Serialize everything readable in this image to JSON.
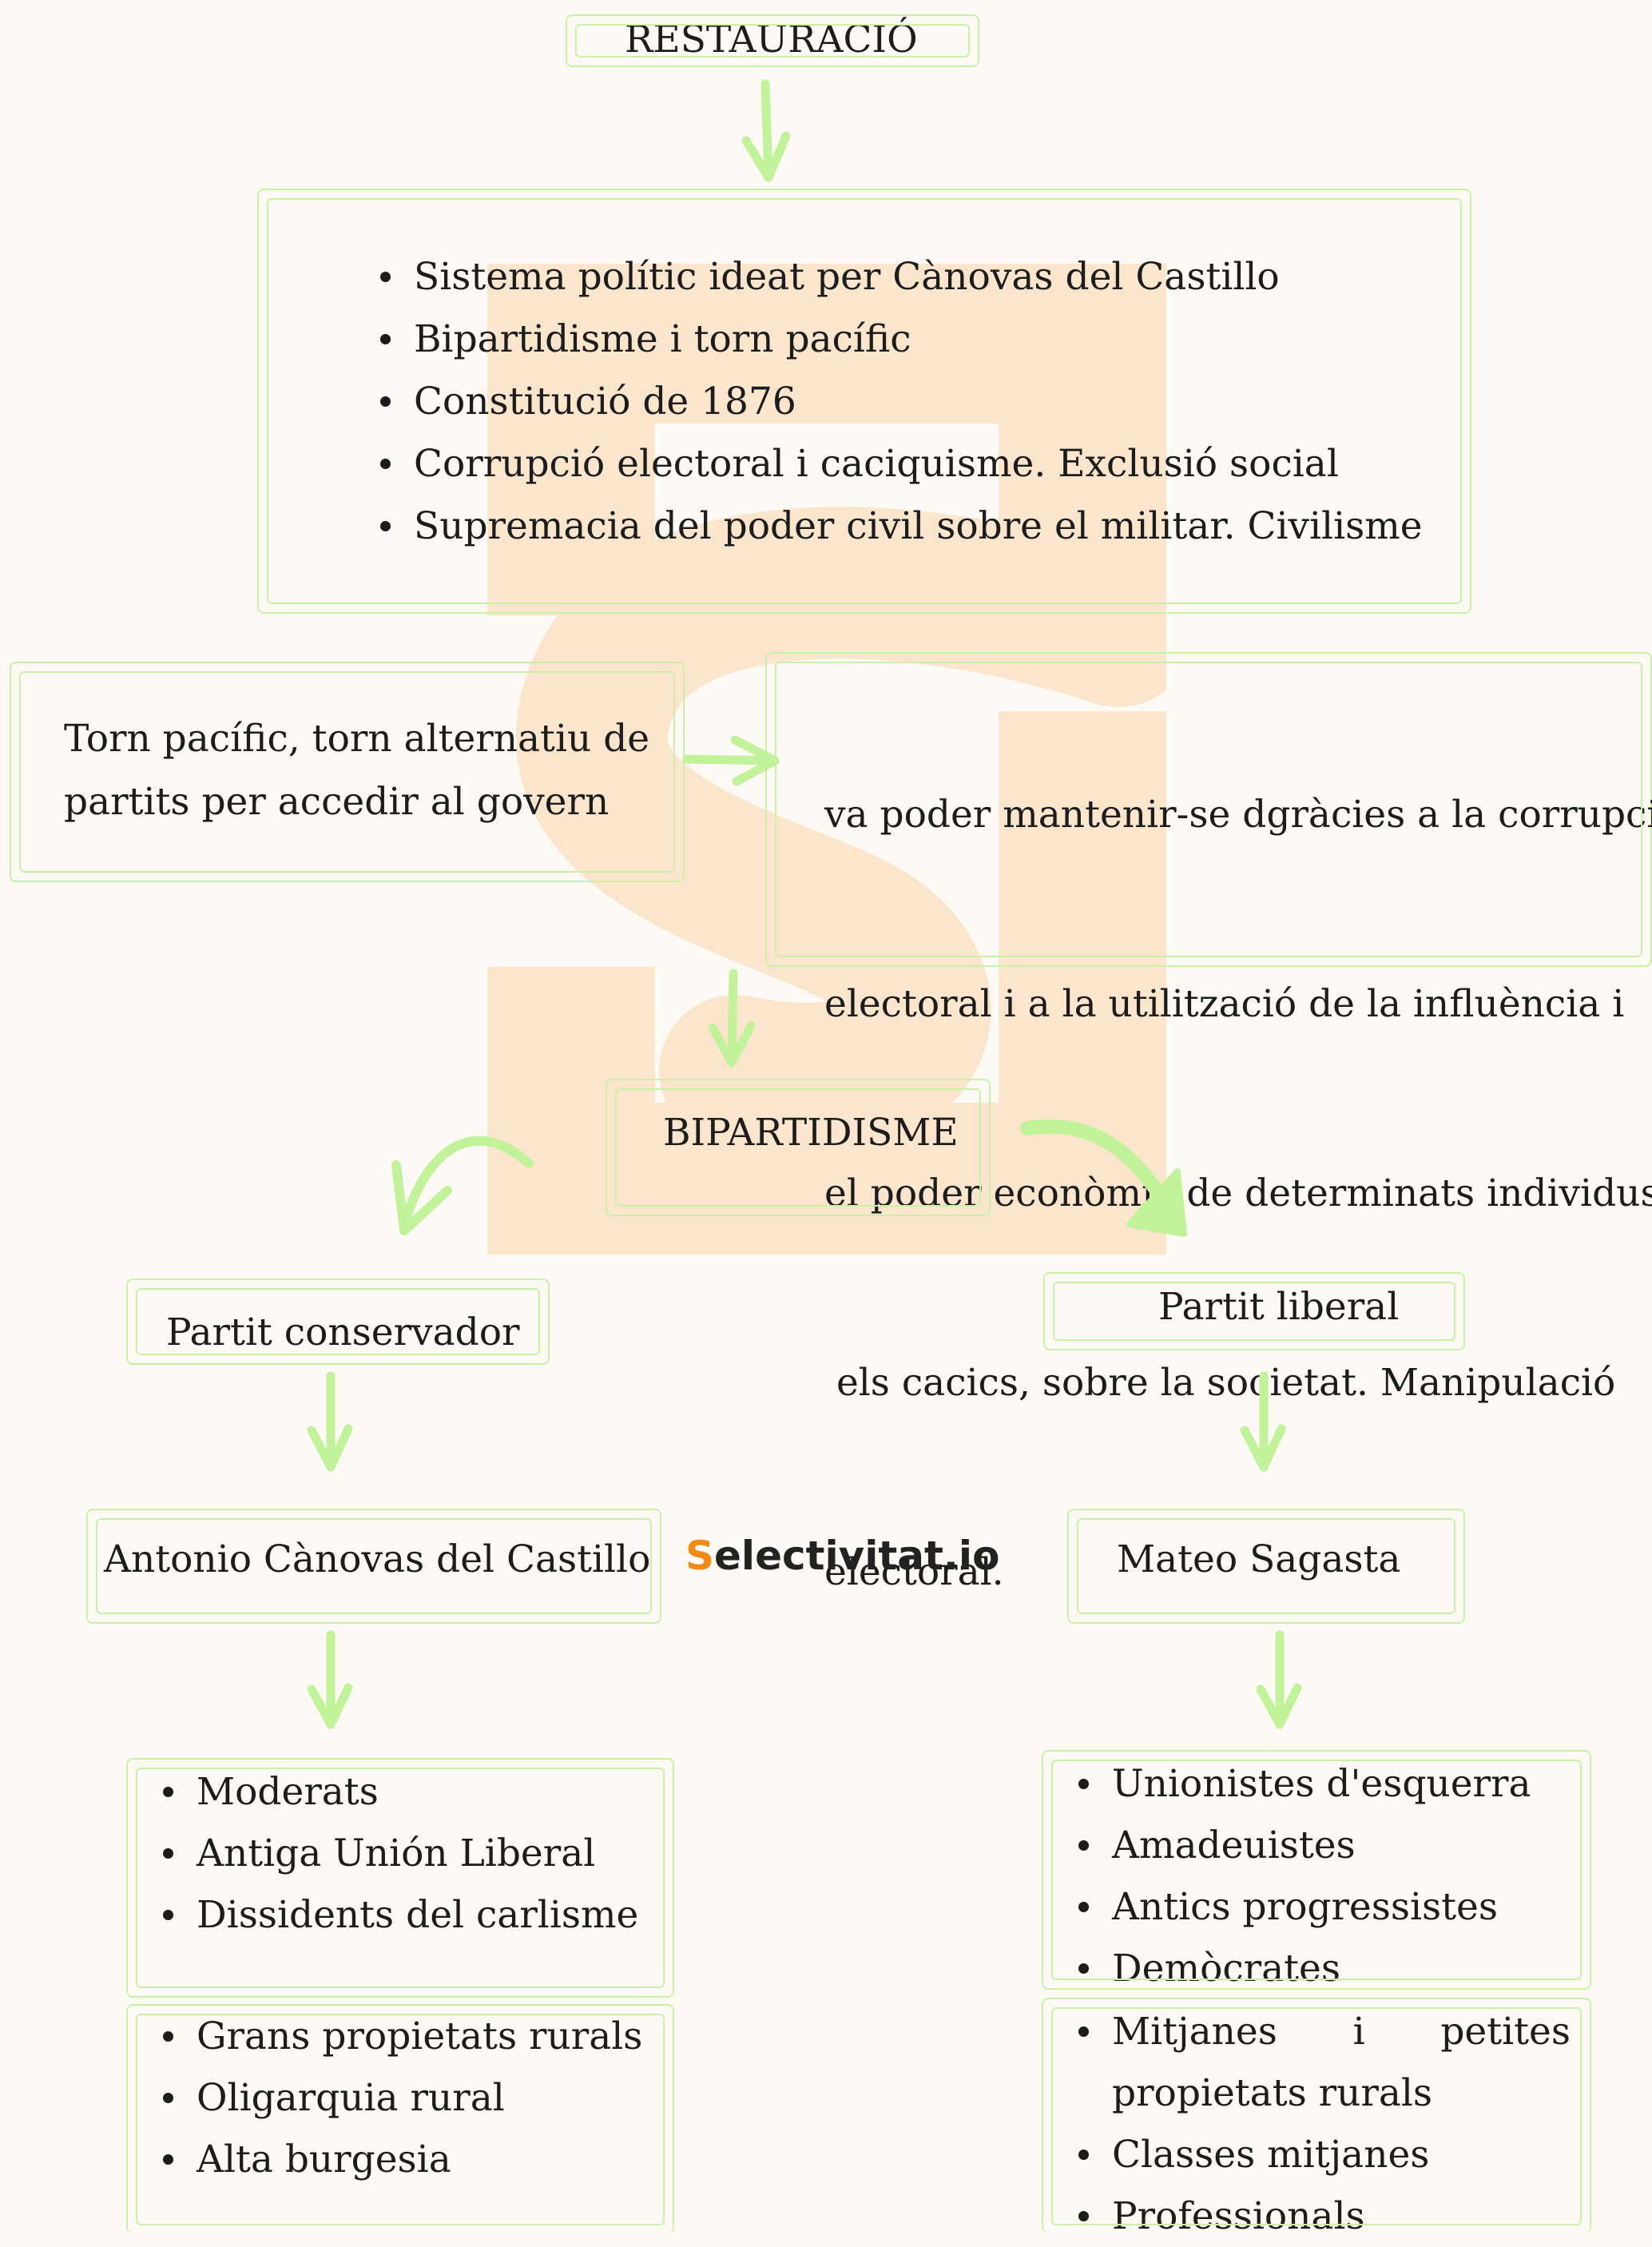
{
  "colors": {
    "border": "#c9f2a8",
    "arrow": "#c2f29a",
    "watermark": "#fbe6cd",
    "background": "#fdfaf5",
    "logo_accent": "#f28a17"
  },
  "title": "RESTAURACIÓ",
  "overview": {
    "items": [
      "Sistema polític ideat per Cànovas del Castillo",
      "Bipartidisme i torn pacífic",
      "Constitució de 1876",
      "Corrupció electoral i caciquisme. Exclusió social",
      "Supremacia del poder civil sobre el militar. Civilisme"
    ]
  },
  "torn": {
    "line1": "Torn pacífic, torn alternatiu de",
    "line2": "partits per accedir al govern"
  },
  "maintenance": {
    "line1": "va poder mantenir-se dgràcies a la corrupció",
    "line2": "electoral i a la utilització de la influència i",
    "line3": "el poder econòmic de determinats individus,",
    "line4": " els cacics, sobre la societat. Manipulació",
    "line5": "electoral."
  },
  "bipartidisme": "BIPARTIDISME",
  "conservative": {
    "party": "Partit conservador",
    "leader": "Antonio Cànovas del Castillo",
    "groups": [
      "Moderats",
      "Antiga Unión Liberal",
      "Dissidents del carlisme"
    ],
    "social_base": [
      "Grans propietats rurals",
      "Oligarquia rural",
      "Alta burgesia"
    ]
  },
  "liberal": {
    "party": "Partit liberal",
    "leader": "Mateo Sagasta",
    "groups": [
      "Unionistes d'esquerra",
      "Amadeuistes",
      "Antics progressistes",
      "Demòcrates"
    ],
    "social_base_first": "Mitjanes i petites propietats rurals",
    "social_base": [
      "Classes mitjanes",
      "Professionals"
    ]
  },
  "logo": {
    "prefix": "S",
    "rest": "electivitat.io"
  }
}
